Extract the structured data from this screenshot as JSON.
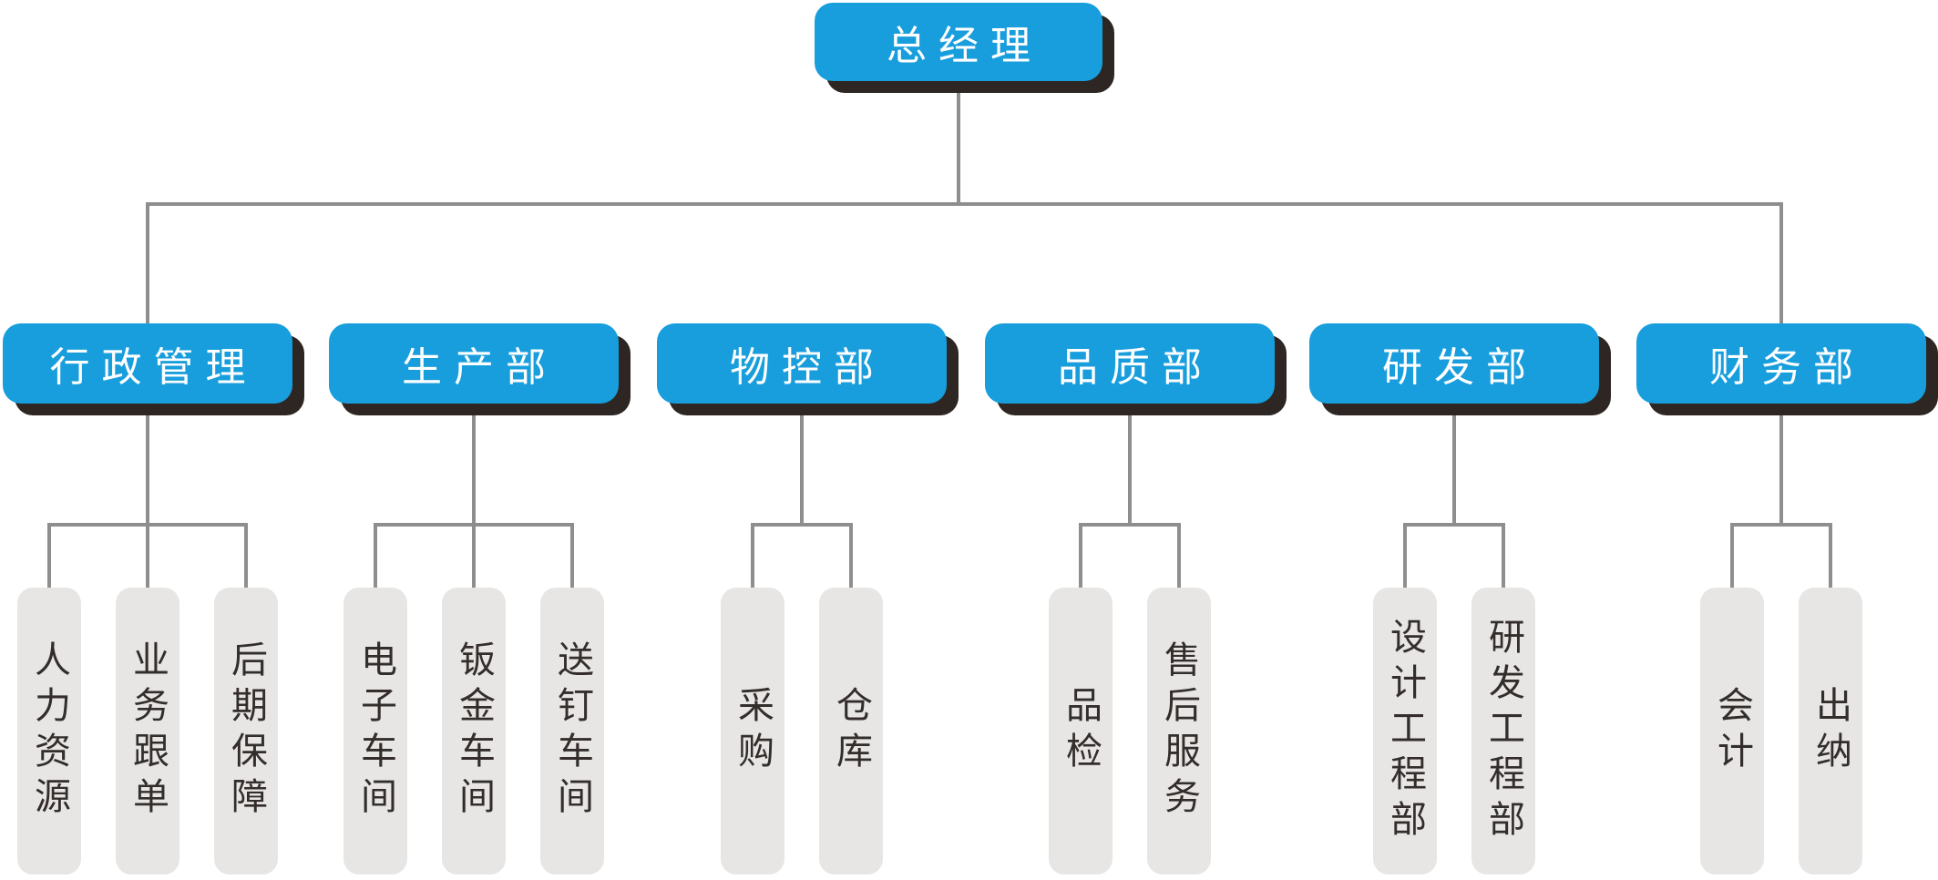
{
  "chart": {
    "type": "org-chart",
    "root": {
      "label": "总经理"
    },
    "departments": [
      {
        "label": "行政管理",
        "children": [
          "人力资源",
          "业务跟单",
          "后期保障"
        ]
      },
      {
        "label": "生产部",
        "children": [
          "电子车间",
          "钣金车间",
          "送钉车间"
        ]
      },
      {
        "label": "物控部",
        "children": [
          "采购",
          "仓库"
        ]
      },
      {
        "label": "品质部",
        "children": [
          "品检",
          "售后服务"
        ]
      },
      {
        "label": "研发部",
        "children": [
          "设计工程部",
          "研发工程部"
        ]
      },
      {
        "label": "财务部",
        "children": [
          "会计",
          "出纳"
        ]
      }
    ],
    "colors": {
      "node_fill": "#189EDD",
      "node_shadow": "#2D2623",
      "node_text": "#FFFFFF",
      "connector_line": "#8E8E8E",
      "pill_fill": "#E7E6E4",
      "pill_text": "#332D2B",
      "background": "#FFFFFF"
    }
  }
}
